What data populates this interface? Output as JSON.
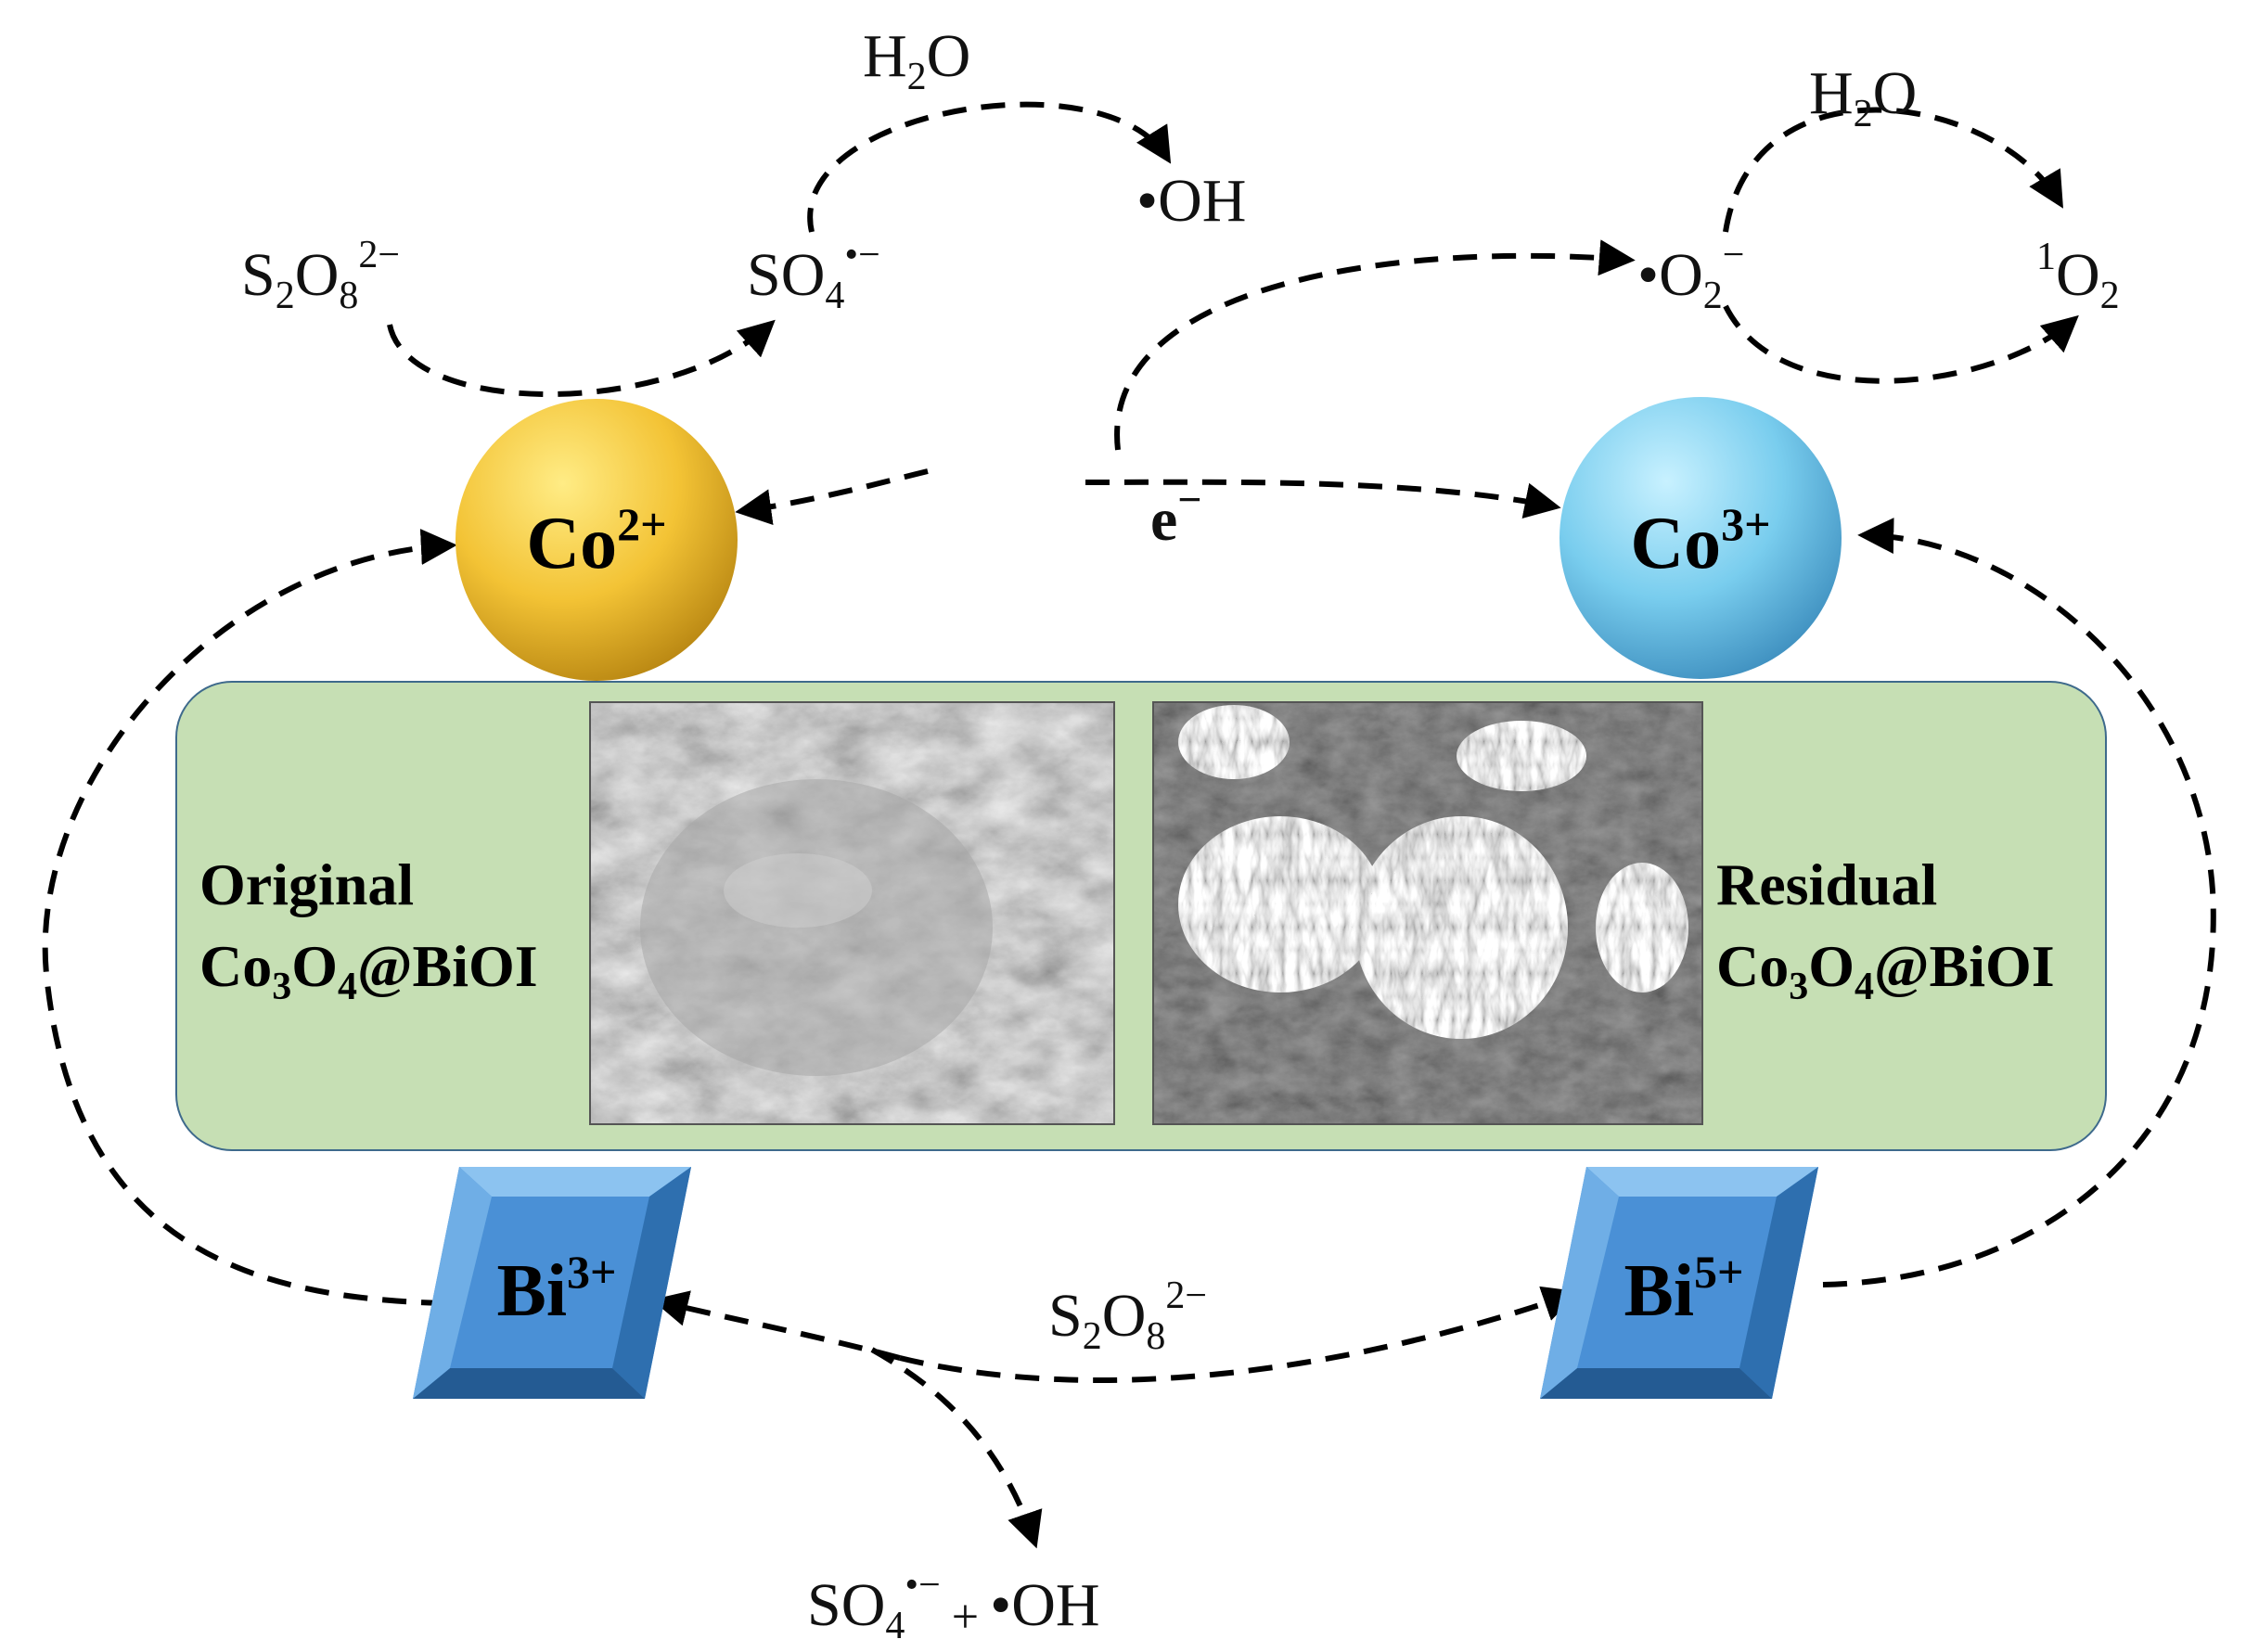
{
  "species": {
    "h2o_left": {
      "base": "H",
      "sub": "2",
      "tail": "O"
    },
    "oh_top": "•OH",
    "s2o8_top": {
      "s": "S",
      "s_sub": "2",
      "o": "O",
      "o_sub": "8",
      "charge": "2−"
    },
    "so4_radical": {
      "base": "SO",
      "sub": "4",
      "charge": "•−"
    },
    "h2o_right": {
      "base": "H",
      "sub": "2",
      "tail": "O"
    },
    "o2_radical": {
      "base": "•O",
      "sub": "2",
      "charge": "−"
    },
    "singlet_o2": {
      "sup": "1",
      "base": "O",
      "sub": "2"
    },
    "electron": {
      "base": "e",
      "charge": "−"
    },
    "s2o8_bottom": {
      "s": "S",
      "s_sub": "2",
      "o": "O",
      "o_sub": "8",
      "charge": "2−"
    },
    "products_bottom": {
      "so4": "SO",
      "so4_sub": "4",
      "so4_charge": "•−",
      "plus": "+",
      "oh": "•OH"
    }
  },
  "ions": {
    "co2": {
      "base": "Co",
      "charge": "2+",
      "color": "#F2BF2E"
    },
    "co3": {
      "base": "Co",
      "charge": "3+",
      "color": "#6EC6EA"
    },
    "bi3": {
      "base": "Bi",
      "charge": "3+",
      "color": "#4A90D6"
    },
    "bi5": {
      "base": "Bi",
      "charge": "5+",
      "color": "#4A90D6"
    }
  },
  "panel": {
    "color": "#C6DFB4",
    "left_label": {
      "line1": "Original",
      "line2_pre": "Co",
      "sub1": "3",
      "mid": "O",
      "sub2": "4",
      "post": "@BiOI"
    },
    "right_label": {
      "line1": "Residual",
      "line2_pre": "Co",
      "sub1": "3",
      "mid": "O",
      "sub2": "4",
      "post": "@BiOI"
    }
  }
}
